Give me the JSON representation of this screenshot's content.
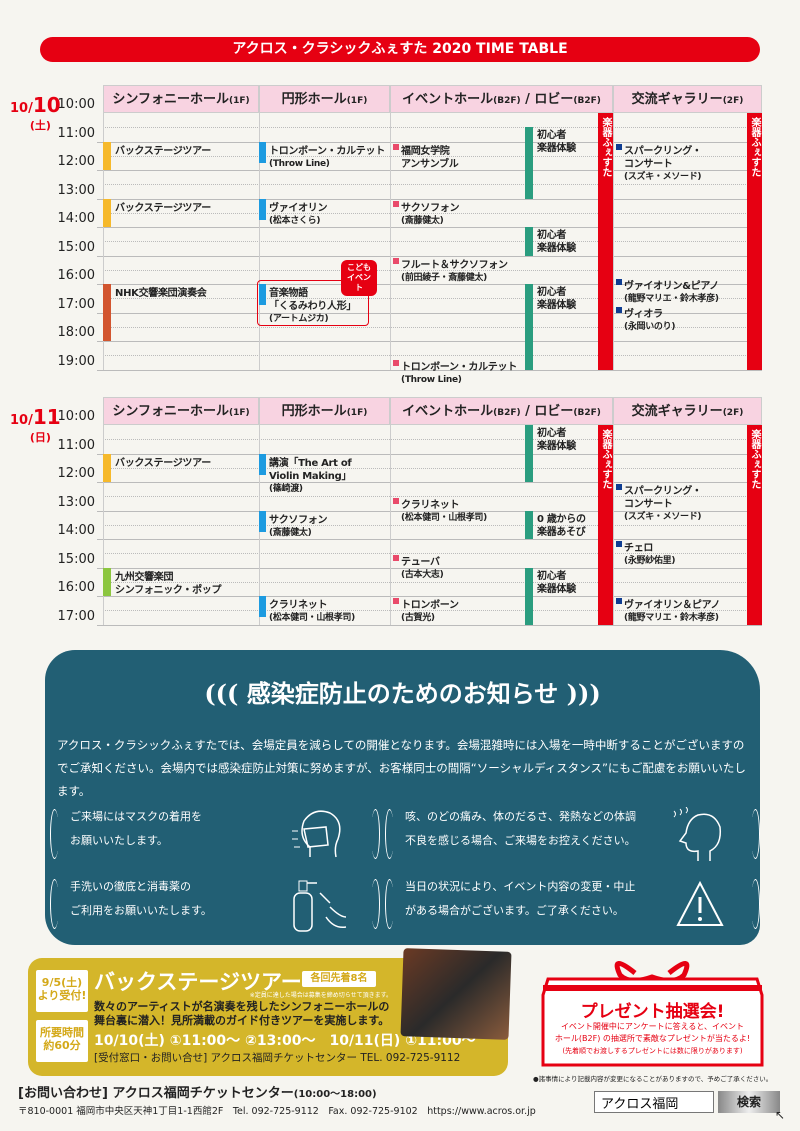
{
  "title": "アクロス・クラシックふぇすた 2020 TIME TABLE",
  "columns": {
    "symphony": "シンフォニーホール",
    "symphony_floor": "(1F)",
    "round": "円形ホール",
    "round_floor": "(1F)",
    "event": "イベントホール",
    "event_floor": "(B2F)",
    "lobby": " / ロビー",
    "lobby_floor": "(B2F)",
    "gallery": "交流ギャラリー",
    "gallery_floor": "(2F)"
  },
  "band_label": "楽器ふぇすた",
  "colors": {
    "red": "#e60012",
    "backstage": "#f6b92b",
    "nhk": "#d2552f",
    "kyushu": "#8cc63f",
    "round": "#1d9be0",
    "event": "#e94a6a",
    "lobby": "#2a9d7f",
    "gallery": "#0f3d91"
  },
  "days": [
    {
      "date": "10/",
      "day": "10",
      "weekday": "(土)",
      "start": 10,
      "end": 19,
      "times": [
        "10:00",
        "11:00",
        "12:00",
        "13:00",
        "14:00",
        "15:00",
        "16:00",
        "17:00",
        "18:00",
        "19:00"
      ],
      "events": [
        {
          "col": "symphony",
          "start": 11,
          "end": 12,
          "color": "backstage",
          "title": "バックステージツアー"
        },
        {
          "col": "symphony",
          "start": 13,
          "end": 14,
          "color": "backstage",
          "title": "バックステージツアー"
        },
        {
          "col": "symphony",
          "start": 16,
          "end": 18,
          "color": "nhk",
          "title": "NHK交響楽団演奏会"
        },
        {
          "col": "round",
          "start": 11,
          "end": 11.75,
          "color": "round",
          "title": "トロンボーン・カルテット",
          "sub": "(Throw Line)"
        },
        {
          "col": "round",
          "start": 13,
          "end": 13.75,
          "color": "round",
          "title": "ヴァイオリン",
          "sub": "(松本さくら)"
        },
        {
          "col": "round",
          "start": 16,
          "end": 16.75,
          "color": "round",
          "title": "音楽物語",
          "title2": "「くるみわり人形」",
          "sub": "(アートムジカ)",
          "badge": "こども イベント"
        },
        {
          "col": "event",
          "start": 11,
          "color": "event",
          "title": "福岡女学院",
          "title2": "アンサンブル"
        },
        {
          "col": "event",
          "start": 13,
          "color": "event",
          "title": "サクソフォン",
          "sub": "(斎藤健太)"
        },
        {
          "col": "event",
          "start": 15,
          "color": "event",
          "title": "フルート＆サクソフォン",
          "sub": "(前田綾子・斎藤健太)"
        },
        {
          "col": "event",
          "start": 18.6,
          "color": "event",
          "title": "トロンボーン・カルテット",
          "sub": "(Throw Line)"
        },
        {
          "col": "lobby",
          "start": 10.5,
          "end": 13,
          "color": "lobby",
          "title": "初心者",
          "title2": "楽器体験"
        },
        {
          "col": "lobby",
          "start": 14,
          "end": 15,
          "color": "lobby",
          "title": "初心者",
          "title2": "楽器体験"
        },
        {
          "col": "lobby",
          "start": 16,
          "end": 19,
          "color": "lobby",
          "title": "初心者",
          "title2": "楽器体験"
        },
        {
          "col": "gallery",
          "start": 11,
          "color": "gallery",
          "title": "スパークリング・",
          "title2": "コンサート",
          "sub": "(スズキ・メソード)"
        },
        {
          "col": "gallery",
          "start": 15.75,
          "color": "gallery",
          "title": "ヴァイオリン&ピアノ",
          "sub": "(龍野マリエ・鈴木孝彦)"
        },
        {
          "col": "gallery",
          "start": 16.75,
          "color": "gallery",
          "title": "ヴィオラ",
          "sub": "(永岡いのり)"
        }
      ]
    },
    {
      "date": "10/",
      "day": "11",
      "weekday": "(日)",
      "start": 10,
      "end": 17,
      "times": [
        "10:00",
        "11:00",
        "12:00",
        "13:00",
        "14:00",
        "15:00",
        "16:00",
        "17:00"
      ],
      "events": [
        {
          "col": "symphony",
          "start": 11,
          "end": 12,
          "color": "backstage",
          "title": "バックステージツアー"
        },
        {
          "col": "symphony",
          "start": 15,
          "end": 16,
          "color": "kyushu",
          "title": "九州交響楽団",
          "title2": "シンフォニック・ポップ"
        },
        {
          "col": "round",
          "start": 11,
          "end": 11.75,
          "color": "round",
          "title": "講演「The Art of",
          "title2": "Violin Making」",
          "sub": "(篠崎渡)"
        },
        {
          "col": "round",
          "start": 13,
          "end": 13.75,
          "color": "round",
          "title": "サクソフォン",
          "sub": "(斎藤健太)"
        },
        {
          "col": "round",
          "start": 16,
          "end": 16.75,
          "color": "round",
          "title": "クラリネット",
          "sub": "(松本健司・山根孝司)"
        },
        {
          "col": "event",
          "start": 12.5,
          "color": "event",
          "title": "クラリネット",
          "sub": "(松本健司・山根孝司)"
        },
        {
          "col": "event",
          "start": 14.5,
          "color": "event",
          "title": "テューバ",
          "sub": "(古本大志)"
        },
        {
          "col": "event",
          "start": 16,
          "color": "event",
          "title": "トロンボーン",
          "sub": "(古賀光)"
        },
        {
          "col": "lobby",
          "start": 10,
          "end": 12,
          "color": "lobby",
          "title": "初心者",
          "title2": "楽器体験"
        },
        {
          "col": "lobby",
          "start": 13,
          "end": 14,
          "color": "lobby",
          "title": "0 歳からの",
          "title2": "楽器あそび"
        },
        {
          "col": "lobby",
          "start": 15,
          "end": 17,
          "color": "lobby",
          "title": "初心者",
          "title2": "楽器体験"
        },
        {
          "col": "gallery",
          "start": 12,
          "color": "gallery",
          "title": "スパークリング・",
          "title2": "コンサート",
          "sub": "(スズキ・メソード)"
        },
        {
          "col": "gallery",
          "start": 14,
          "color": "gallery",
          "title": "チェロ",
          "sub": "(永野紗佑里)"
        },
        {
          "col": "gallery",
          "start": 16,
          "color": "gallery",
          "title": "ヴァイオリン＆ピアノ",
          "sub": "(龍野マリエ・鈴木孝彦)"
        }
      ]
    }
  ],
  "notice": {
    "title": "感染症防止のためのお知らせ",
    "body": "アクロス・クラシックふぇすたでは、会場定員を減らしての開催となります。会場混雑時には入場を一時中断することがございますのでご承知ください。会場内では感染症防止対策に努めますが、お客様同士の間隔“ソーシャルディスタンス”にもご配慮をお願いいたします。",
    "items": [
      {
        "l1": "ご来場にはマスクの着用を",
        "l2": "お願いいたします。"
      },
      {
        "l1": "咳、のどの痛み、体のだるさ、発熱などの体調",
        "l2": "不良を感じる場合、ご来場をお控えください。"
      },
      {
        "l1": "手洗いの徹底と消毒薬の",
        "l2": "ご利用をお願いいたします。"
      },
      {
        "l1": "当日の状況により、イベント内容の変更・中止",
        "l2": "がある場合がございます。ご了承ください。"
      }
    ]
  },
  "tour": {
    "accept": "9/5(土)",
    "accept2": "より受付!",
    "duration": "所要時間",
    "duration2": "約60分",
    "title": "バックステージツアー",
    "limit": "各回先着8名",
    "note": "※定員に達した場合は募集を締め切らせて頂きます。",
    "desc1": "数々のアーティストが名演奏を残したシンフォニーホールの",
    "desc2": "舞台裏に潜入！見所満載のガイド付きツアーを実施します。",
    "times": "10/10(土) ①11:00～ ②13:00～　10/11(日) ①11:00～",
    "contact": "[受付窓口・お問い合せ] アクロス福岡チケットセンター TEL. 092-725-9112"
  },
  "present": {
    "title": "プレゼント抽選会!",
    "l1": "イベント開催中にアンケートに答えると、イベント",
    "l2": "ホール(B2F) の抽選所で素敵なプレゼントが当たるよ!",
    "l3": "(先着順でお渡しするプレゼントには数に限りがあります)"
  },
  "footer": {
    "inquiry": "[お問い合わせ] アクロス福岡チケットセンター",
    "hours": "(10:00～18:00)",
    "address": "〒810-0001 福岡市中央区天神1丁目1-1西館2F　Tel. 092-725-9112　Fax. 092-725-9102　https://www.acros.or.jp",
    "disclaimer": "●諸事情により記載内容が変更になることがありますので、予めご了承ください。",
    "search_value": "アクロス福岡",
    "search_button": "検索"
  }
}
